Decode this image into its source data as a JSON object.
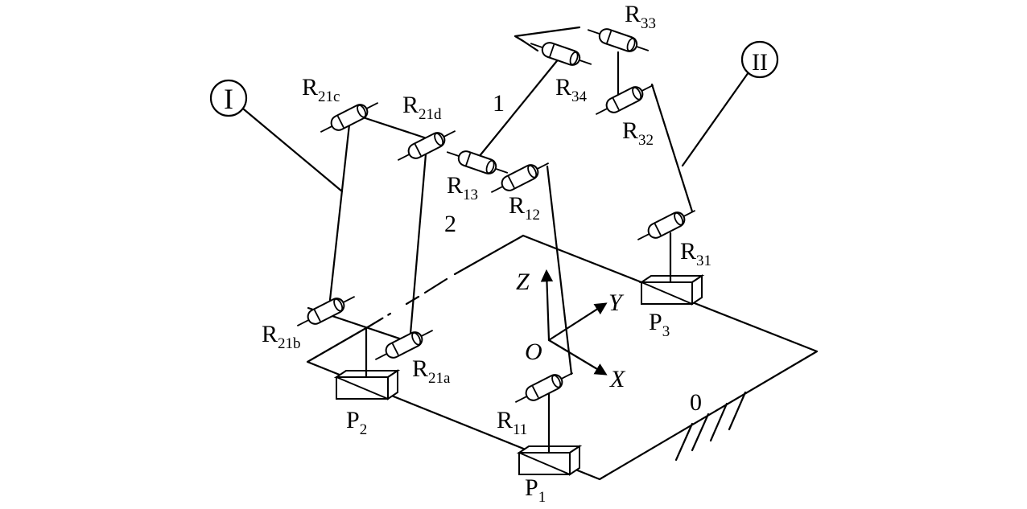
{
  "labels": {
    "R33": {
      "main": "R",
      "sub": "33"
    },
    "R34": {
      "main": "R",
      "sub": "34"
    },
    "R32": {
      "main": "R",
      "sub": "32"
    },
    "R31": {
      "main": "R",
      "sub": "31"
    },
    "R21c": {
      "main": "R",
      "sub": "21c"
    },
    "R21d": {
      "main": "R",
      "sub": "21d"
    },
    "R21b": {
      "main": "R",
      "sub": "21b"
    },
    "R21a": {
      "main": "R",
      "sub": "21a"
    },
    "R13": {
      "main": "R",
      "sub": "13"
    },
    "R12": {
      "main": "R",
      "sub": "12"
    },
    "R11": {
      "main": "R",
      "sub": "11"
    },
    "P1": {
      "main": "P",
      "sub": "1"
    },
    "P2": {
      "main": "P",
      "sub": "2"
    },
    "P3": {
      "main": "P",
      "sub": "3"
    },
    "num1": "1",
    "num2": "2",
    "num0": "0",
    "circle1": "I",
    "circle2": "II"
  },
  "axes": {
    "z": "Z",
    "y": "Y",
    "x": "X",
    "origin": "O"
  }
}
